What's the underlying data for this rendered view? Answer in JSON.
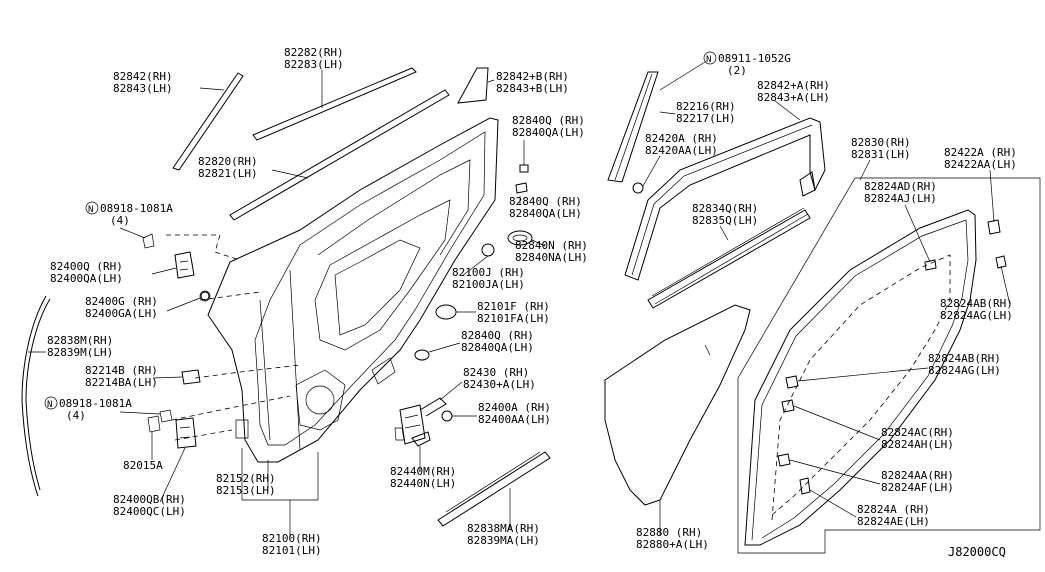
{
  "diagram_code": "J82000CQ",
  "callouts": [
    {
      "id": "c82282",
      "lines": [
        "82282(RH)",
        "82283(LH)"
      ]
    },
    {
      "id": "c82842",
      "lines": [
        "82842(RH)",
        "82843(LH)"
      ]
    },
    {
      "id": "c82842b",
      "lines": [
        "82842+B(RH)",
        "82843+B(LH)"
      ]
    },
    {
      "id": "c08911",
      "lines": [
        "08911-1052G",
        "(2)"
      ]
    },
    {
      "id": "c82842a",
      "lines": [
        "82842+A(RH)",
        "82843+A(LH)"
      ]
    },
    {
      "id": "c82216",
      "lines": [
        "82216(RH)",
        "82217(LH)"
      ]
    },
    {
      "id": "c82840q1",
      "lines": [
        "82840Q (RH)",
        "82840QA(LH)"
      ]
    },
    {
      "id": "c82420a",
      "lines": [
        "82420A (RH)",
        "82420AA(LH)"
      ]
    },
    {
      "id": "c82830",
      "lines": [
        "82830(RH)",
        "82831(LH)"
      ]
    },
    {
      "id": "c82422a",
      "lines": [
        "82422A (RH)",
        "82422AA(LH)"
      ]
    },
    {
      "id": "c82820",
      "lines": [
        "82820(RH)",
        "82821(LH)"
      ]
    },
    {
      "id": "c82840q2",
      "lines": [
        "82840Q (RH)",
        "82840QA(LH)"
      ]
    },
    {
      "id": "c82824ad",
      "lines": [
        "82824AD(RH)",
        "82824AJ(LH)"
      ]
    },
    {
      "id": "c08918a",
      "lines": [
        "08918-1081A",
        "(4)"
      ]
    },
    {
      "id": "c82834q",
      "lines": [
        "82834Q(RH)",
        "82835Q(LH)"
      ]
    },
    {
      "id": "c82840n",
      "lines": [
        "82840N (RH)",
        "82840NA(LH)"
      ]
    },
    {
      "id": "c82400q",
      "lines": [
        "82400Q (RH)",
        "82400QA(LH)"
      ]
    },
    {
      "id": "c82100j",
      "lines": [
        "82100J (RH)",
        "82100JA(LH)"
      ]
    },
    {
      "id": "c82824ab1",
      "lines": [
        "82824AB(RH)",
        "82824AG(LH)"
      ]
    },
    {
      "id": "c82400g",
      "lines": [
        "82400G (RH)",
        "82400GA(LH)"
      ]
    },
    {
      "id": "c82101f",
      "lines": [
        "82101F (RH)",
        "82101FA(LH)"
      ]
    },
    {
      "id": "c82838m",
      "lines": [
        "82838M(RH)",
        "82839M(LH)"
      ]
    },
    {
      "id": "c82840q3",
      "lines": [
        "82840Q (RH)",
        "82840QA(LH)"
      ]
    },
    {
      "id": "c82824ab2",
      "lines": [
        "82824AB(RH)",
        "82824AG(LH)"
      ]
    },
    {
      "id": "c82214b",
      "lines": [
        "82214B (RH)",
        "82214BA(LH)"
      ]
    },
    {
      "id": "c82430",
      "lines": [
        "82430  (RH)",
        "82430+A(LH)"
      ]
    },
    {
      "id": "c08918b",
      "lines": [
        "08918-1081A",
        "(4)"
      ]
    },
    {
      "id": "c82400a",
      "lines": [
        "82400A (RH)",
        "82400AA(LH)"
      ]
    },
    {
      "id": "c82824ac",
      "lines": [
        "82824AC(RH)",
        "82824AH(LH)"
      ]
    },
    {
      "id": "c82015a",
      "lines": [
        "82015A"
      ]
    },
    {
      "id": "c82152",
      "lines": [
        "82152(RH)",
        "82153(LH)"
      ]
    },
    {
      "id": "c82440m",
      "lines": [
        "82440M(RH)",
        "82440N(LH)"
      ]
    },
    {
      "id": "c82824aa",
      "lines": [
        "82824AA(RH)",
        "82824AF(LH)"
      ]
    },
    {
      "id": "c82400qb",
      "lines": [
        "82400QB(RH)",
        "82400QC(LH)"
      ]
    },
    {
      "id": "c82824a",
      "lines": [
        "82824A (RH)",
        "82824AE(LH)"
      ]
    },
    {
      "id": "c82838ma",
      "lines": [
        "82838MA(RH)",
        "82839MA(LH)"
      ]
    },
    {
      "id": "c82880",
      "lines": [
        "82880   (RH)",
        "82880+A(LH)"
      ]
    },
    {
      "id": "c82100",
      "lines": [
        "82100(RH)",
        "82101(LH)"
      ]
    }
  ]
}
